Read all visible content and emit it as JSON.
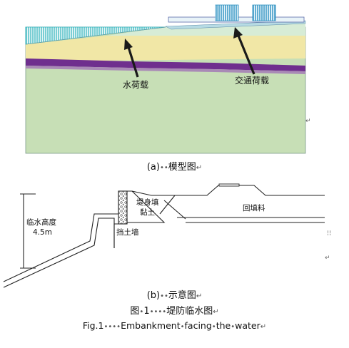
{
  "model": {
    "label_water_load": "水荷载",
    "label_traffic_load": "交通荷载",
    "colors": {
      "ground": "#c7dfb6",
      "sand": "#f1e7a6",
      "clay_band": "#6f2f8e",
      "surface": "#d7ecd6",
      "water_hatch": "#2fb3bd",
      "arrow": "#1a1a1a"
    }
  },
  "schematic": {
    "label_water_height": "临水高度",
    "label_water_height_value": "4.5m",
    "label_fill_body_1": "堤身填",
    "label_fill_body_2": "黏土",
    "label_retaining_wall": "挡土墙",
    "label_backfill": "回填料"
  },
  "captions": {
    "part_a": "(a)",
    "part_a_title": "模型图",
    "part_b": "(b)",
    "part_b_title": "示意图",
    "fig_cn_num": "图",
    "fig_cn_n": "1",
    "fig_cn_title": "堤防临水图",
    "fig_en_num": "Fig.1",
    "fig_en_title_1": "Embankment",
    "fig_en_title_2": "facing",
    "fig_en_title_3": "the",
    "fig_en_title_4": "water"
  },
  "editor_marks": {
    "paragraph_mark": "↵",
    "space_dots": "••",
    "space_dots_long": "••••",
    "space_dot": "•",
    "grip_glyph": "⁝⁝"
  }
}
